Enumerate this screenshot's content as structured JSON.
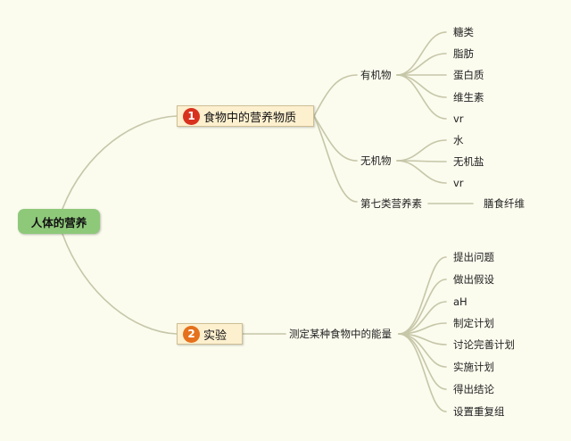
{
  "root": {
    "label": "人体的营养"
  },
  "branch1": {
    "badge": "1",
    "label": "食物中的营养物质",
    "badge_color": "#d8321e",
    "organic": {
      "label": "有机物",
      "items": [
        "糖类",
        "脂肪",
        "蛋白质",
        "维生素",
        "vr"
      ]
    },
    "inorganic": {
      "label": "无机物",
      "items": [
        "水",
        "无机盐",
        "vr"
      ]
    },
    "seventh": {
      "label": "第七类营养素",
      "item": "膳食纤维"
    }
  },
  "branch2": {
    "badge": "2",
    "label": "实验",
    "badge_color": "#e5711c",
    "sub": {
      "label": "测定某种食物中的能量",
      "items": [
        "提出问题",
        "做出假设",
        "aH",
        "制定计划",
        "讨论完善计划",
        "实施计划",
        "得出结论",
        "设置重复组"
      ]
    }
  },
  "colors": {
    "background": "#fbfbee",
    "line": "#c6c6a8",
    "root": "#8ec97a",
    "main_fill": "#fdf0cf"
  }
}
